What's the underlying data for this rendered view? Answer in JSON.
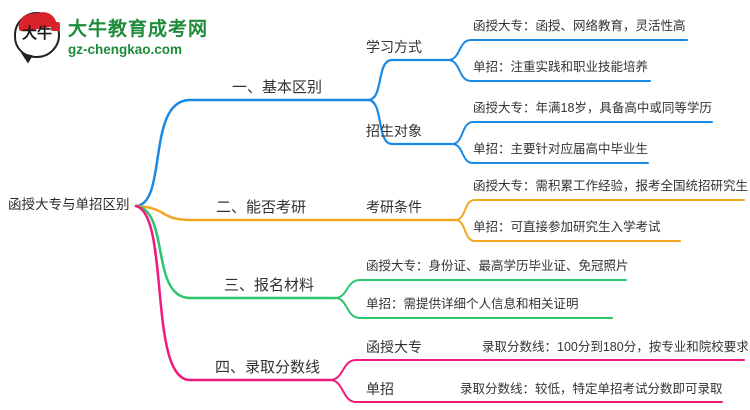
{
  "logo": {
    "seal_text": "大牛",
    "title": "大牛教育成考网",
    "subtitle": "gz-chengkao.com",
    "brand_green": "#1f8c3b",
    "seal_red": "#d8232a"
  },
  "root": {
    "label": "函授大专与单招区别"
  },
  "colors": {
    "blue": "#1989e4",
    "orange": "#f5a623",
    "green": "#2bc56d",
    "pink": "#f0197e",
    "text": "#333333"
  },
  "branches": [
    {
      "label": "一、基本区别",
      "color": "#1989e4",
      "children": [
        {
          "label": "学习方式",
          "leaves": [
            "函授大专：函授、网络教育，灵活性高",
            "单招：注重实践和职业技能培养"
          ]
        },
        {
          "label": "招生对象",
          "leaves": [
            "函授大专：年满18岁，具备高中或同等学历",
            "单招：主要针对应届高中毕业生"
          ]
        }
      ]
    },
    {
      "label": "二、能否考研",
      "color": "#f5a623",
      "children": [
        {
          "label": "考研条件",
          "leaves": [
            "函授大专：需积累工作经验，报考全国统招研究生",
            "单招：可直接参加研究生入学考试"
          ]
        }
      ]
    },
    {
      "label": "三、报名材料",
      "color": "#2bc56d",
      "leaves": [
        "函授大专：身份证、最高学历毕业证、免冠照片",
        "单招：需提供详细个人信息和相关证明"
      ]
    },
    {
      "label": "四、录取分数线",
      "color": "#f0197e",
      "children": [
        {
          "label": "函授大专",
          "leaves": [
            "录取分数线：100分到180分，按专业和院校要求"
          ]
        },
        {
          "label": "单招",
          "leaves": [
            "录取分数线：较低，特定单招考试分数即可录取"
          ]
        }
      ]
    }
  ]
}
